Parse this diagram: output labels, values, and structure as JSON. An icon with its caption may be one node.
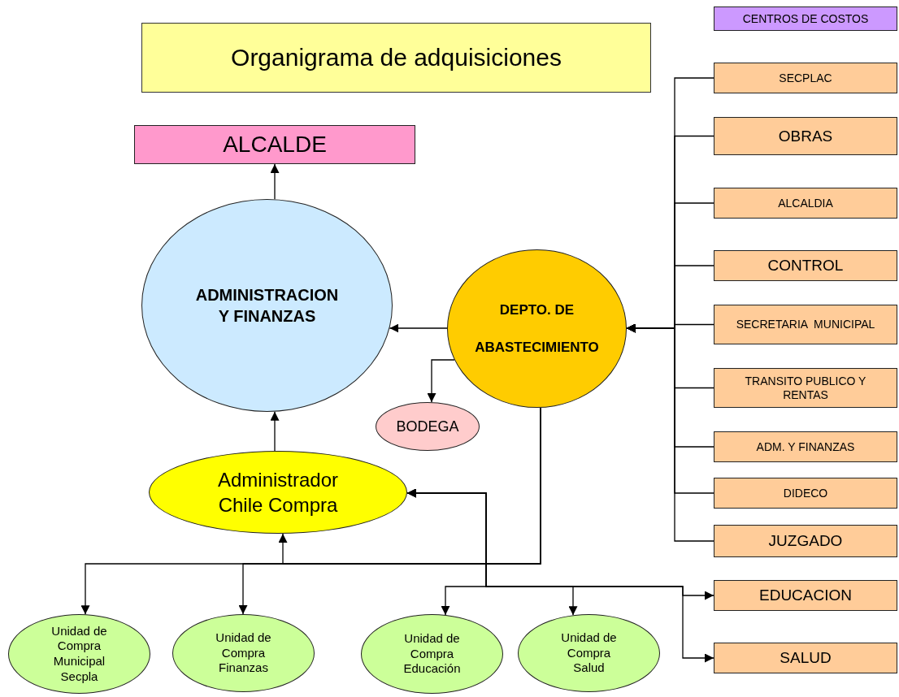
{
  "diagram": {
    "title": "Organigrama de adquisiciones",
    "nodes": [
      {
        "text": [
          "CENTROS DE COSTOS"
        ]
      },
      {
        "text": [
          "ALCALDE"
        ]
      },
      {
        "text": [
          "ADMINISTRACION Y FINANZAS"
        ]
      },
      {
        "text": [
          "DEPTO. DE ABASTECIMIENTO"
        ]
      },
      {
        "text": [
          "SECPLAC"
        ]
      },
      {
        "text": [
          "OBRAS"
        ]
      },
      {
        "text": [
          "ALCALDIA"
        ]
      },
      {
        "text": [
          "CONTROL"
        ]
      },
      {
        "text": [
          "SECRETARIA  MUNICIPAL"
        ]
      },
      {
        "text": [
          "TRANSITO PUBLICO Y RENTAS"
        ]
      },
      {
        "text": [
          "ADM. Y FINANZAS"
        ]
      },
      {
        "text": [
          "DIDECO"
        ]
      },
      {
        "text": [
          "JUZGADO"
        ]
      },
      {
        "text": [
          "BODEGA"
        ]
      },
      {
        "text": [
          "Administrador Chile Compra"
        ]
      },
      {
        "text": [
          "EDUCACION"
        ]
      },
      {
        "text": [
          "SALUD"
        ]
      },
      {
        "text": [
          "Unidad de Compra Municipal Secpla"
        ]
      },
      {
        "text": [
          "Unidad de Compra Finanzas"
        ]
      },
      {
        "text": [
          "Unidad de Compra Educación"
        ]
      },
      {
        "text": [
          "Unidad de Compra Salud"
        ]
      }
    ],
    "edges": [
      {
        "from": 3,
        "to": 2,
        "arrow": "to"
      },
      {
        "from": 3,
        "to": 13,
        "arrow": "to"
      },
      {
        "from": 2,
        "to": 1,
        "arrow": "to"
      },
      {
        "from": 14,
        "to": 2,
        "arrow": "to"
      },
      {
        "from": 4,
        "to": 3,
        "arrow": "to"
      },
      {
        "from": 5,
        "to": 3,
        "arrow": "to"
      },
      {
        "from": 6,
        "to": 3,
        "arrow": "to"
      },
      {
        "from": 7,
        "to": 3,
        "arrow": "to"
      },
      {
        "from": 8,
        "to": 3,
        "arrow": "to"
      },
      {
        "from": 9,
        "to": 3,
        "arrow": "to"
      },
      {
        "from": 10,
        "to": 3,
        "arrow": "to"
      },
      {
        "from": 11,
        "to": 3,
        "arrow": "to"
      },
      {
        "from": 12,
        "to": 3,
        "arrow": "to"
      },
      {
        "from": 3,
        "to": 14,
        "arrow": "to"
      },
      {
        "from": 3,
        "to": 17,
        "arrow": "to"
      },
      {
        "from": 3,
        "to": 18,
        "arrow": "to"
      },
      {
        "from": 14,
        "to": 19,
        "arrow": "both"
      },
      {
        "from": 14,
        "to": 20,
        "arrow": "both"
      },
      {
        "from": 14,
        "to": 15,
        "arrow": "both"
      },
      {
        "from": 14,
        "to": 16,
        "arrow": "both"
      }
    ]
  }
}
